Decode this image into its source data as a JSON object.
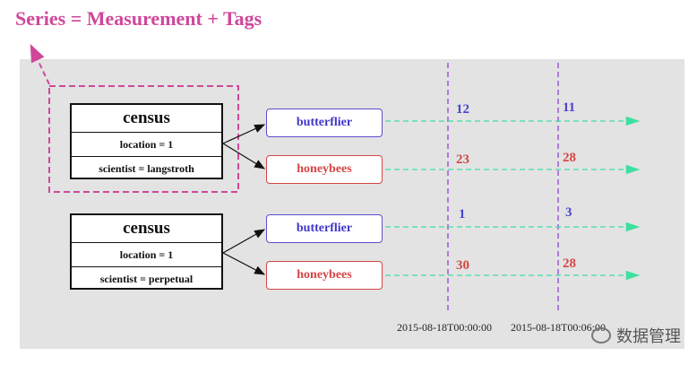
{
  "title": "Series = Measurement + Tags",
  "series": [
    {
      "measurement": "census",
      "tags": [
        "location = 1",
        "scientist = langstroth"
      ],
      "fields": [
        {
          "name": "butterflier",
          "color": "#3f37c9",
          "values": [
            "12",
            "11"
          ]
        },
        {
          "name": "honeybees",
          "color": "#d64545",
          "values": [
            "23",
            "28"
          ]
        }
      ]
    },
    {
      "measurement": "census",
      "tags": [
        "location = 1",
        "scientist = perpetual"
      ],
      "fields": [
        {
          "name": "butterflier",
          "color": "#3f37c9",
          "values": [
            "1",
            "3"
          ]
        },
        {
          "name": "honeybees",
          "color": "#d64545",
          "values": [
            "30",
            "28"
          ]
        }
      ]
    }
  ],
  "timestamps": [
    "2015-08-18T00:00:00",
    "2015-08-18T00:06:00"
  ],
  "watermark": "数据管理",
  "colors": {
    "title": "#d0479a",
    "highlight_box": "#d0479a",
    "time_line": "#9b59d6",
    "value_arrow": "#3ee0a0"
  }
}
